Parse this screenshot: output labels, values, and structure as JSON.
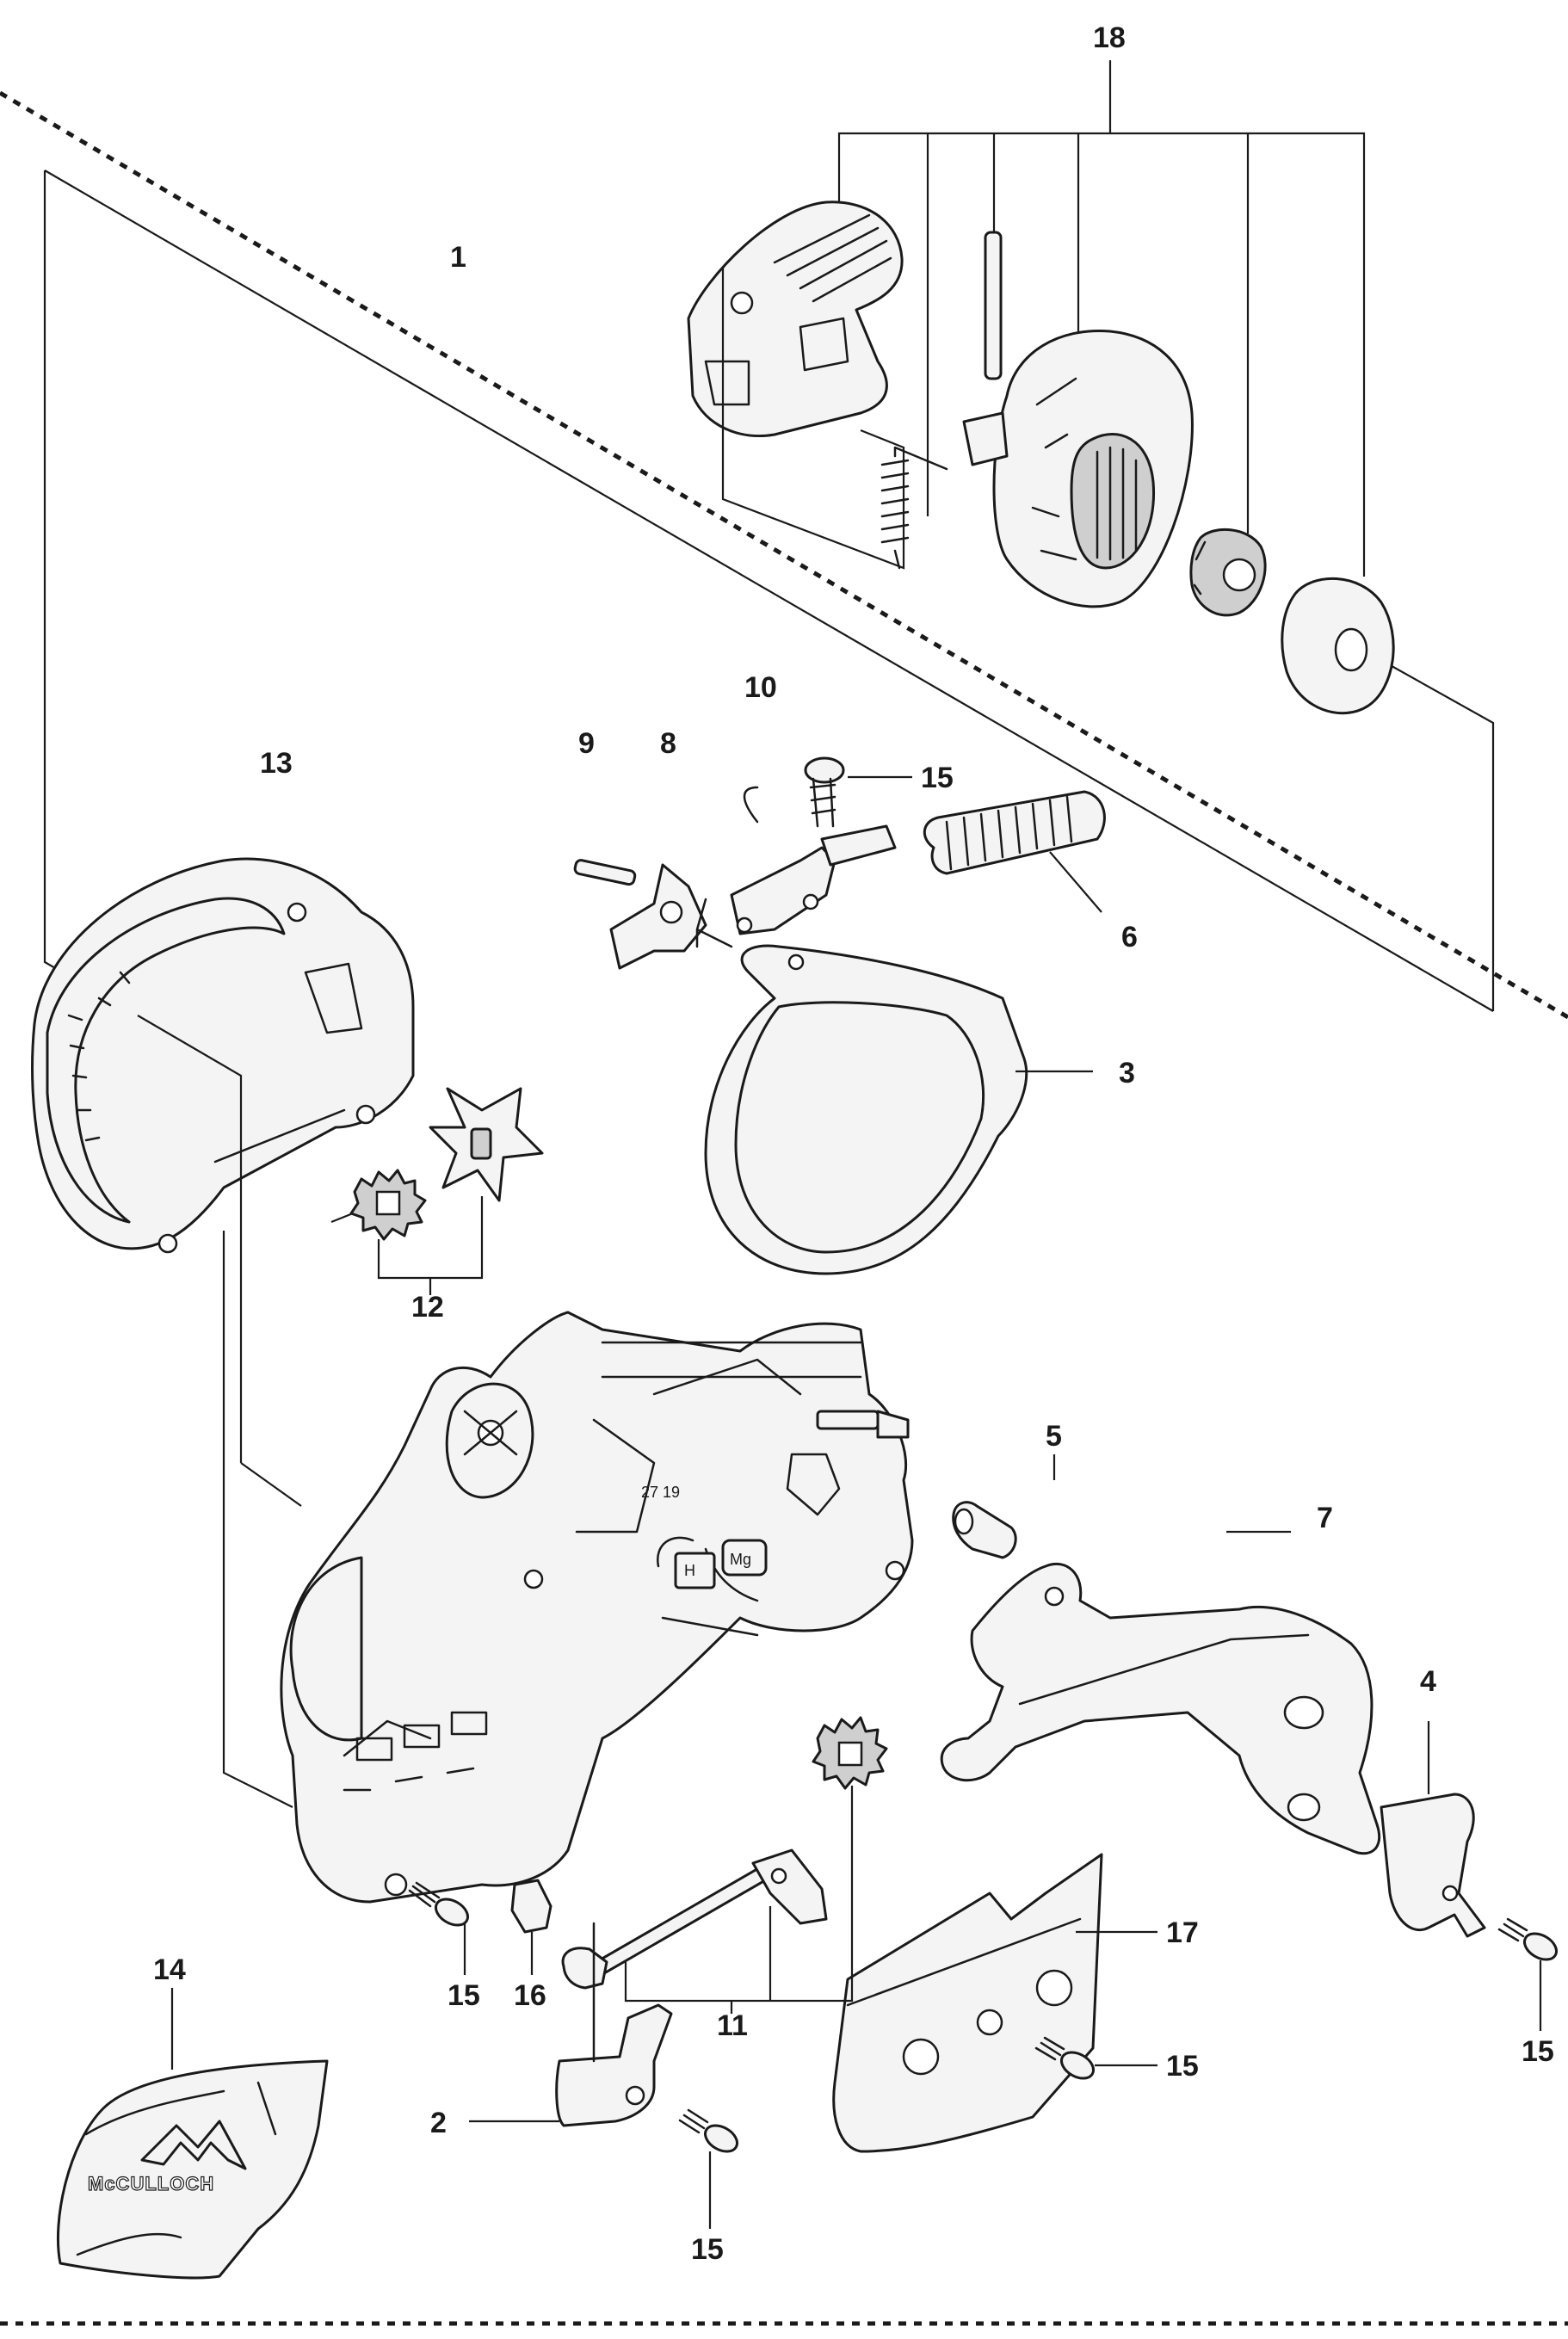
{
  "diagram": {
    "callouts": [
      {
        "id": "c1",
        "text": "1"
      },
      {
        "id": "c2",
        "text": "2"
      },
      {
        "id": "c3",
        "text": "3"
      },
      {
        "id": "c4",
        "text": "4"
      },
      {
        "id": "c5",
        "text": "5"
      },
      {
        "id": "c6",
        "text": "6"
      },
      {
        "id": "c7",
        "text": "7"
      },
      {
        "id": "c8",
        "text": "8"
      },
      {
        "id": "c9",
        "text": "9"
      },
      {
        "id": "c10",
        "text": "10"
      },
      {
        "id": "c11",
        "text": "11"
      },
      {
        "id": "c12",
        "text": "12"
      },
      {
        "id": "c13",
        "text": "13"
      },
      {
        "id": "c14",
        "text": "14"
      },
      {
        "id": "c15a",
        "text": "15"
      },
      {
        "id": "c15b",
        "text": "15"
      },
      {
        "id": "c15c",
        "text": "15"
      },
      {
        "id": "c15d",
        "text": "15"
      },
      {
        "id": "c15e",
        "text": "15"
      },
      {
        "id": "c16",
        "text": "16"
      },
      {
        "id": "c17",
        "text": "17"
      },
      {
        "id": "c18",
        "text": "18"
      }
    ],
    "decal_text": "McCULLOCH",
    "casting_marks": {
      "code": "27 19",
      "h_mark": "H",
      "mg_mark": "Mg"
    }
  }
}
